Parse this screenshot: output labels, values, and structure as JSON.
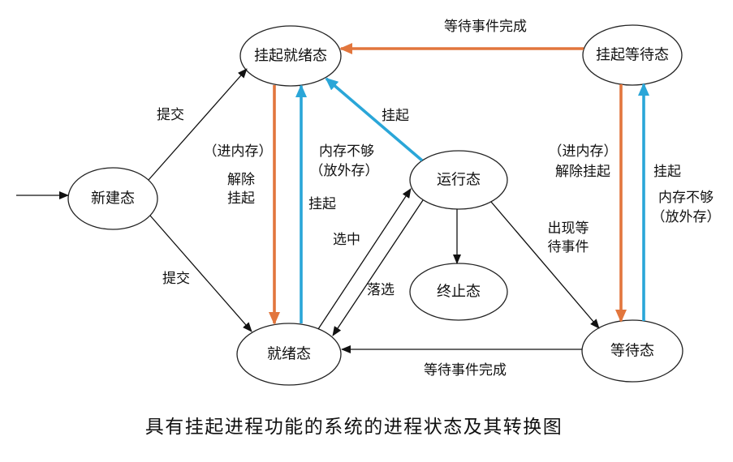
{
  "caption": "具有挂起进程功能的系统的进程状态及其转换图",
  "colors": {
    "orange": "#E2763D",
    "blue": "#2AA6D8",
    "black": "#111111"
  },
  "states": {
    "suspended_ready": "挂起就绪态",
    "suspended_wait": "挂起等待态",
    "new": "新建态",
    "running": "运行态",
    "terminated": "终止态",
    "ready": "就绪态",
    "waiting": "等待态"
  },
  "labels": {
    "new_to_suspended_ready": "提交",
    "new_to_ready": "提交",
    "suspended_wait_to_suspended_ready": "等待事件完成",
    "suspended_ready_to_ready": {
      "note": "（进内存）",
      "line1": "解除",
      "line2": "挂起"
    },
    "ready_to_suspended_ready": {
      "text": "挂起",
      "note1": "内存不够",
      "note2": "（放外存）"
    },
    "running_to_suspended_ready": "挂起",
    "ready_to_running": "选中",
    "running_to_ready": "落选",
    "running_to_waiting": {
      "line1": "出现等",
      "line2": "待事件"
    },
    "waiting_to_ready": "等待事件完成",
    "suspended_wait_to_waiting": {
      "note": "（进内存）",
      "text": "解除挂起"
    },
    "waiting_to_suspended_wait": {
      "text": "挂起",
      "note1": "内存不够",
      "note2": "（放外存）"
    }
  }
}
